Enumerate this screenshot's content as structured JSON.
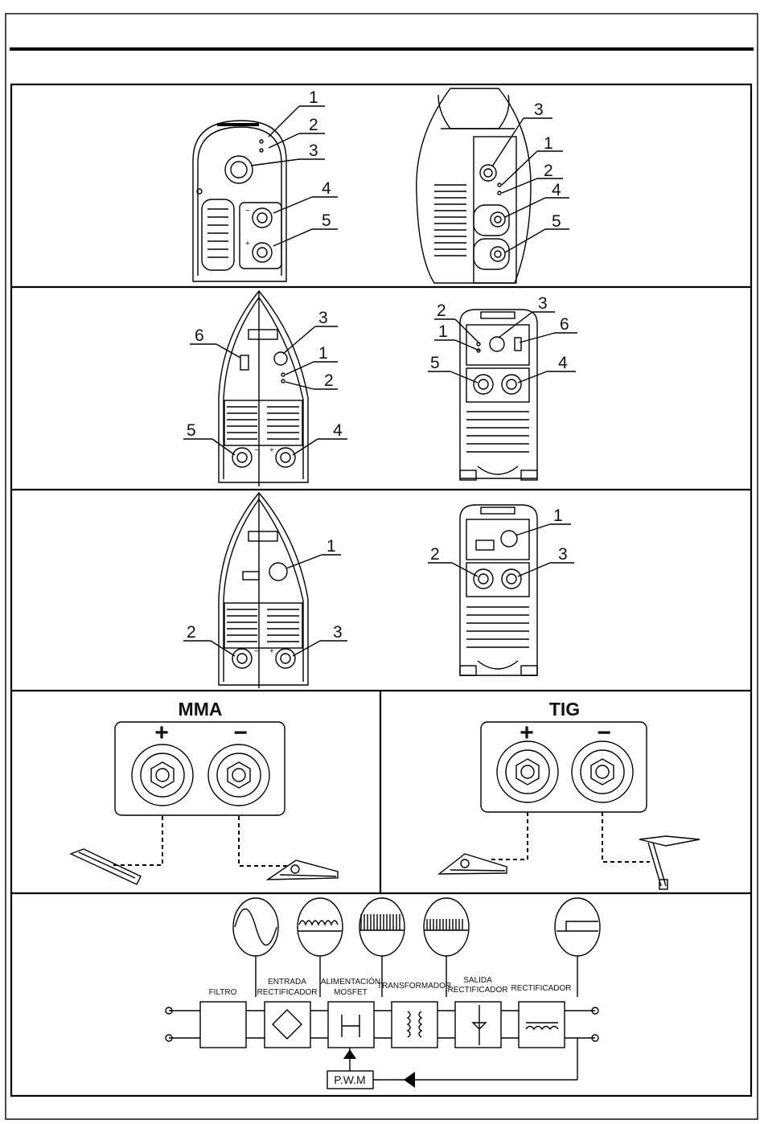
{
  "panel1": {
    "left_callouts": [
      "1",
      "2",
      "3",
      "4",
      "5"
    ],
    "right_callouts": [
      "3",
      "1",
      "2",
      "4",
      "5"
    ]
  },
  "panel2": {
    "left_callouts": [
      "3",
      "6",
      "1",
      "2",
      "5",
      "4"
    ],
    "right_callouts": [
      "3",
      "2",
      "1",
      "6",
      "5",
      "4"
    ]
  },
  "panel3": {
    "left_callouts": [
      "1",
      "2",
      "3"
    ],
    "right_callouts": [
      "1",
      "2",
      "3"
    ]
  },
  "connections": {
    "mma": {
      "title": "MMA",
      "plus": "+",
      "minus": "−"
    },
    "tig": {
      "title": "TIG",
      "plus": "+",
      "minus": "−"
    }
  },
  "block_diagram": {
    "blocks": [
      {
        "label1": "FILTRO",
        "label2": ""
      },
      {
        "label1": "ENTRADA",
        "label2": "RECTIFICADOR"
      },
      {
        "label1": "ALIMENTACIÓN",
        "label2": "MOSFET"
      },
      {
        "label1": "TRANSFORMADOR",
        "label2": ""
      },
      {
        "label1": "SALIDA",
        "label2": "RECTIFICADOR"
      },
      {
        "label1": "RECTIFICADOR",
        "label2": ""
      }
    ],
    "pwm_label": "P.W.M"
  }
}
